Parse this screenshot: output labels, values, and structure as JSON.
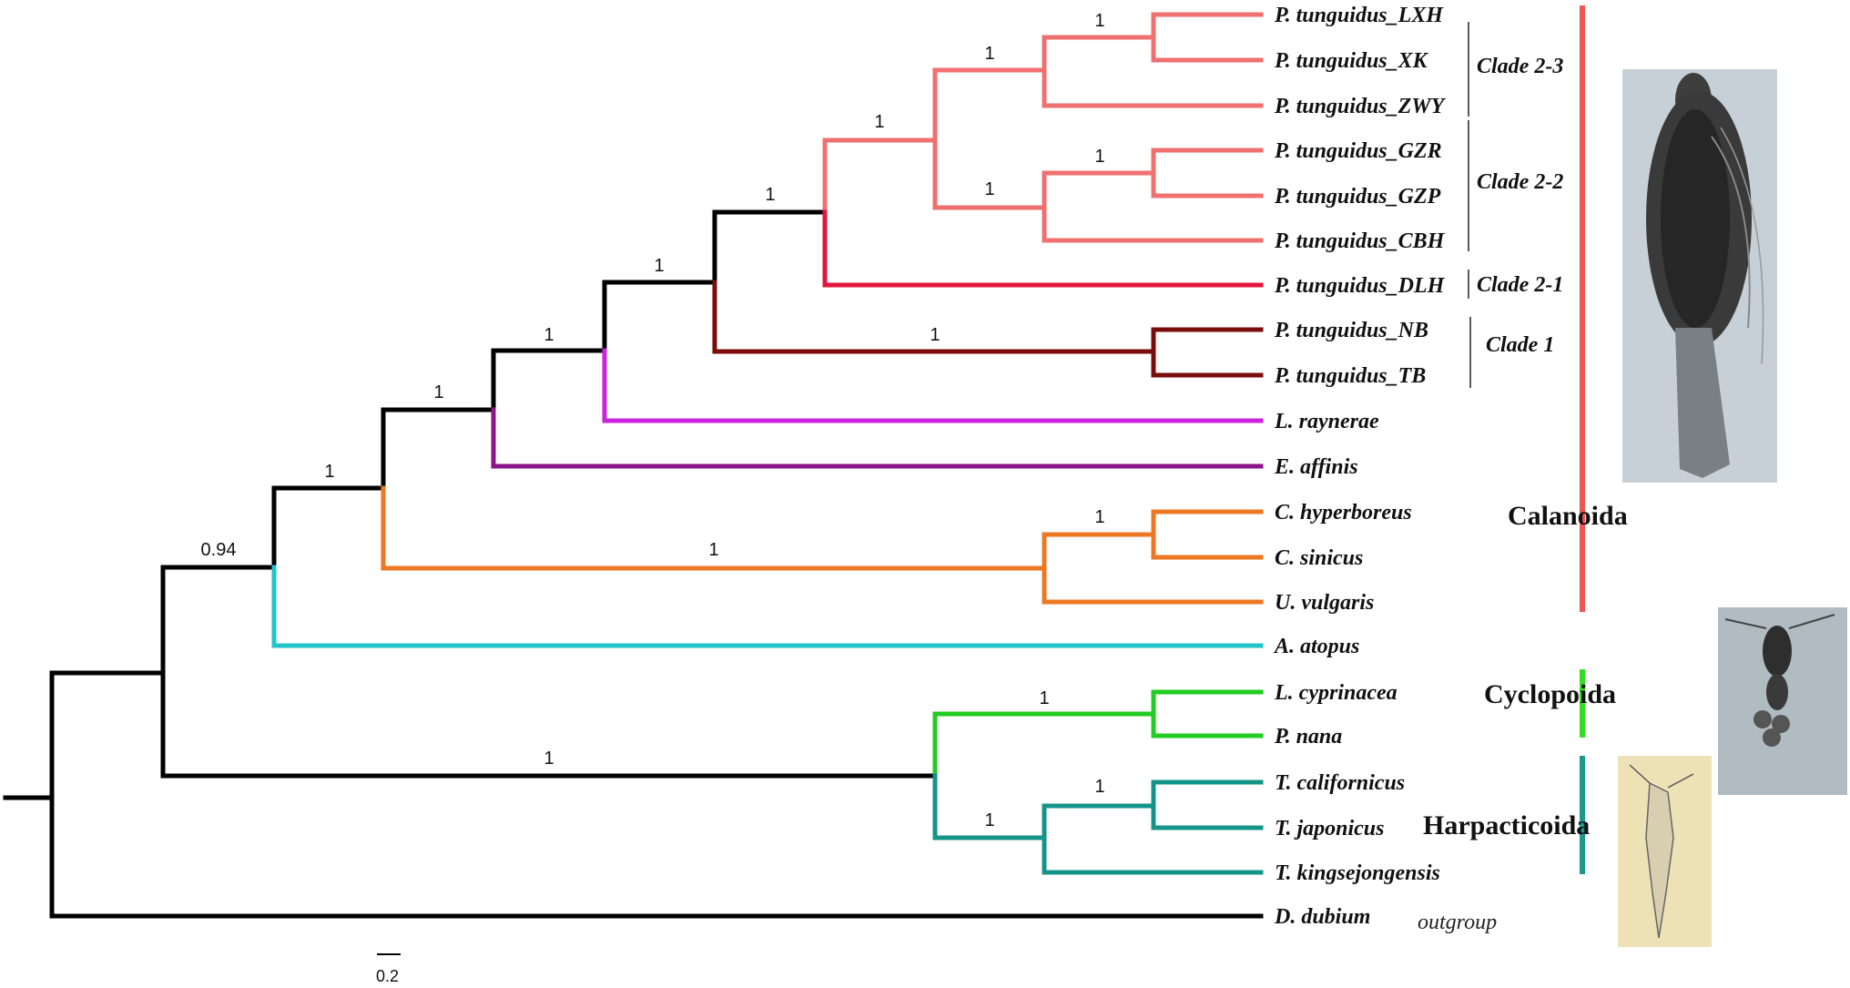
{
  "taxa": [
    "P. tunguidus_LXH",
    "P. tunguidus_XK",
    "P. tunguidus_ZWY",
    "P. tunguidus_GZR",
    "P. tunguidus_GZP",
    "P. tunguidus_CBH",
    "P. tunguidus_DLH",
    "P. tunguidus_NB",
    "P. tunguidus_TB",
    "L. raynerae",
    "E. affinis",
    "C. hyperboreus",
    "C. sinicus",
    "U. vulgaris",
    "A. atopus",
    "L. cyprinacea",
    "P. nana",
    "T. californicus",
    "T. japonicus",
    "T. kingsejongensis",
    "D. dubium"
  ],
  "support": {
    "root_inner": "0.94",
    "calanoida_a": "1",
    "calanoida_b": "1",
    "calanoida_c": "1",
    "calanoida_d": "1",
    "calanoida_e": "1",
    "ptung_23_22": "1",
    "clade23": "1",
    "lxh_xk": "1",
    "clade22": "1",
    "gzr_gzp": "1",
    "clade1": "1",
    "calanus_group": "1",
    "calanus_pair": "1",
    "cyclo_harpa": "1",
    "cyclo": "1",
    "harpa": "1",
    "tigriopus_pair": "1"
  },
  "clades": {
    "c23": "Clade 2-3",
    "c22": "Clade 2-2",
    "c21": "Clade 2-1",
    "c1": "Clade 1"
  },
  "orders": {
    "calanoida": "Calanoida",
    "cyclopoida": "Cyclopoida",
    "harpacticoida": "Harpacticoida"
  },
  "outgroup_label": "outgroup",
  "scale_label": "0.2",
  "colors": {
    "backbone": "#000000",
    "clade23_22": "#f07070",
    "clade21": "#e3153c",
    "clade1": "#7b0c0c",
    "raynerae": "#cc22dd",
    "affinis": "#8b138b",
    "calanus": "#ee7722",
    "atopus": "#22c4cc",
    "cyclopoida": "#22cc22",
    "harpacticoida": "#149488",
    "bar_calanoida": "#ee5555",
    "bar_cyclopoida": "#33dd22",
    "bar_harpacticoida": "#1a9a8a"
  }
}
